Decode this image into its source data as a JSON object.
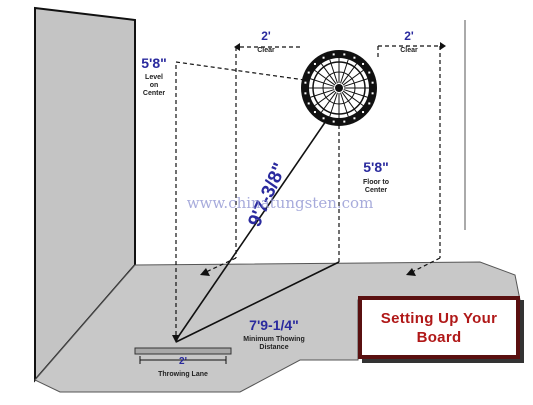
{
  "board_height_level": {
    "value": "5'8\"",
    "line1": "Level",
    "line2": "on",
    "line3": "Center"
  },
  "clear_left": {
    "value": "2'",
    "label": "Clear"
  },
  "clear_right": {
    "value": "2'",
    "label": "Clear"
  },
  "diagonal": {
    "value": "9'7-3/8\""
  },
  "board_height_floor": {
    "value": "5'8\"",
    "line1": "Floor to",
    "line2": "Center"
  },
  "throw_distance": {
    "value": "7'9-1/4\"",
    "line1": "Minimum Thowing",
    "line2": "Distance"
  },
  "throwing_lane": {
    "value": "2'",
    "label": "Throwing Lane"
  },
  "title": {
    "line1": "Setting Up Your",
    "line2": "Board"
  },
  "watermark": {
    "text": "www.chinatungsten.com"
  },
  "colors": {
    "dimension_text": "#2a2a9e",
    "title_text": "#b01818",
    "floor": "#c8c8c8",
    "title_border": "#5a1010"
  }
}
